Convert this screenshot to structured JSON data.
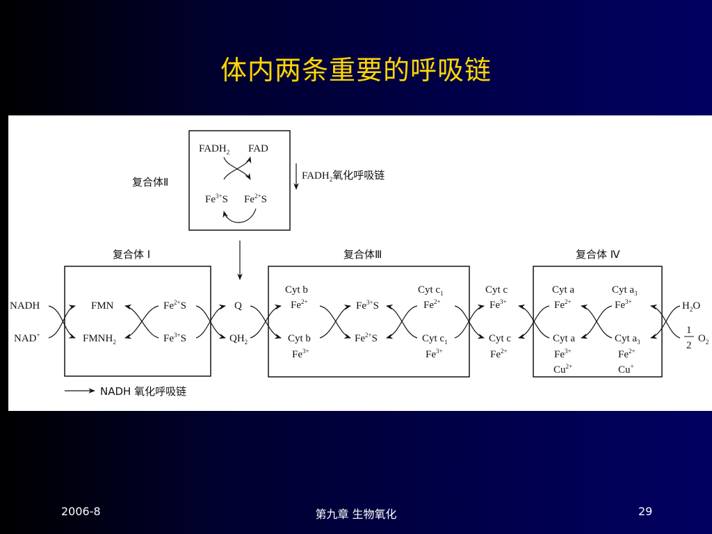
{
  "slide": {
    "title": "体内两条重要的呼吸链",
    "footer_date": "2006-8",
    "footer_chapter": "第九章  生物氧化",
    "page_number": "29"
  },
  "diagram": {
    "complex_top_label": "复合体Ⅱ",
    "complex_1_label": "复合体 Ⅰ",
    "complex_3_label": "复合体Ⅲ",
    "complex_4_label": "复合体 Ⅳ",
    "fadh2_chain_label": "氧化呼吸链",
    "nadh_chain_label": "NADH 氧化呼吸链",
    "FADH": "FADH",
    "FAD": "FAD",
    "NADH": "NADH",
    "NAD": "NAD",
    "FMN": "FMN",
    "FMNH": "FMNH",
    "Fe": "Fe",
    "S": "S",
    "Q": "Q",
    "QH": "QH",
    "Cytb": "Cyt b",
    "Cytc1": "Cyt c",
    "Cytc": "Cyt c",
    "Cyta": "Cyt a",
    "Cyta3": "Cyt a",
    "Cu": "Cu",
    "H2O_H": "H",
    "H2O_O": "O",
    "half_num": "1",
    "half_den": "2",
    "O2": "O",
    "sub2": "2",
    "sub1": "1",
    "sub3": "3",
    "sup2p": "2+",
    "sup3p": "3+",
    "supP": "+"
  }
}
